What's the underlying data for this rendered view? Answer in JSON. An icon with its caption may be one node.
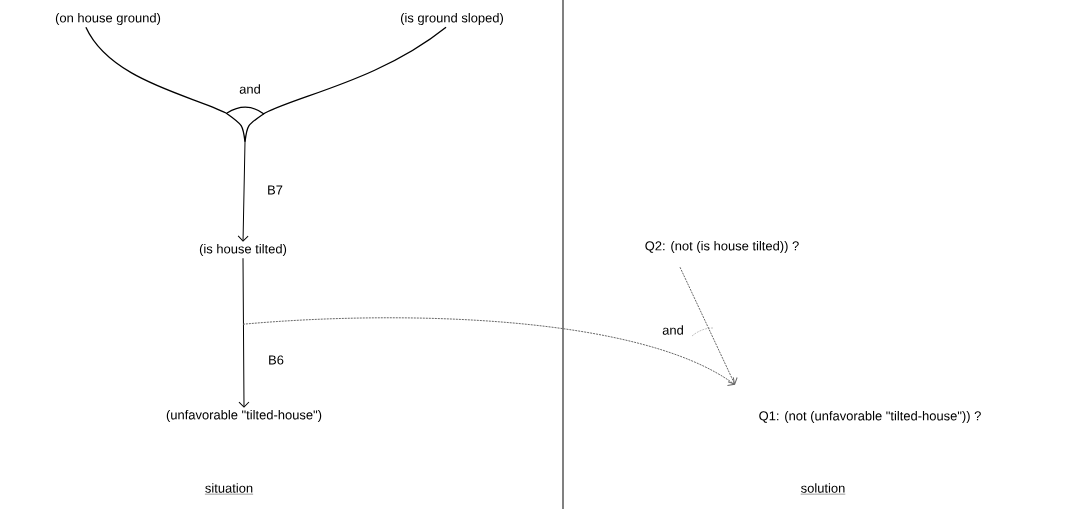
{
  "diagram": {
    "nodes": [
      {
        "text": [
          "(on house ground)"
        ]
      },
      {
        "text": [
          "(is ground sloped)"
        ]
      },
      {
        "text": [
          "(is house tilted)"
        ]
      },
      {
        "text": [
          "(unfavorable \"tilted-house\")"
        ]
      },
      {
        "text": [
          "Q2: (not (is house tilted)) ?"
        ]
      },
      {
        "text": [
          "Q1: (not (unfavorable \"tilted-house\")) ?"
        ]
      }
    ],
    "edges": [
      {
        "from": 0,
        "to": 2,
        "arrow": "to",
        "label": "B7"
      },
      {
        "from": 1,
        "to": 2,
        "arrow": "to"
      },
      {
        "from": 2,
        "to": 3,
        "arrow": "to",
        "label": "B6"
      },
      {
        "from": 2,
        "to": 5,
        "arrow": "to",
        "style": "dashed",
        "color": "#666666"
      },
      {
        "from": 4,
        "to": 5,
        "arrow": "to",
        "style": "dashed",
        "color": "#666666"
      }
    ],
    "labels": [
      "and",
      "and",
      "situation",
      "solution"
    ]
  }
}
